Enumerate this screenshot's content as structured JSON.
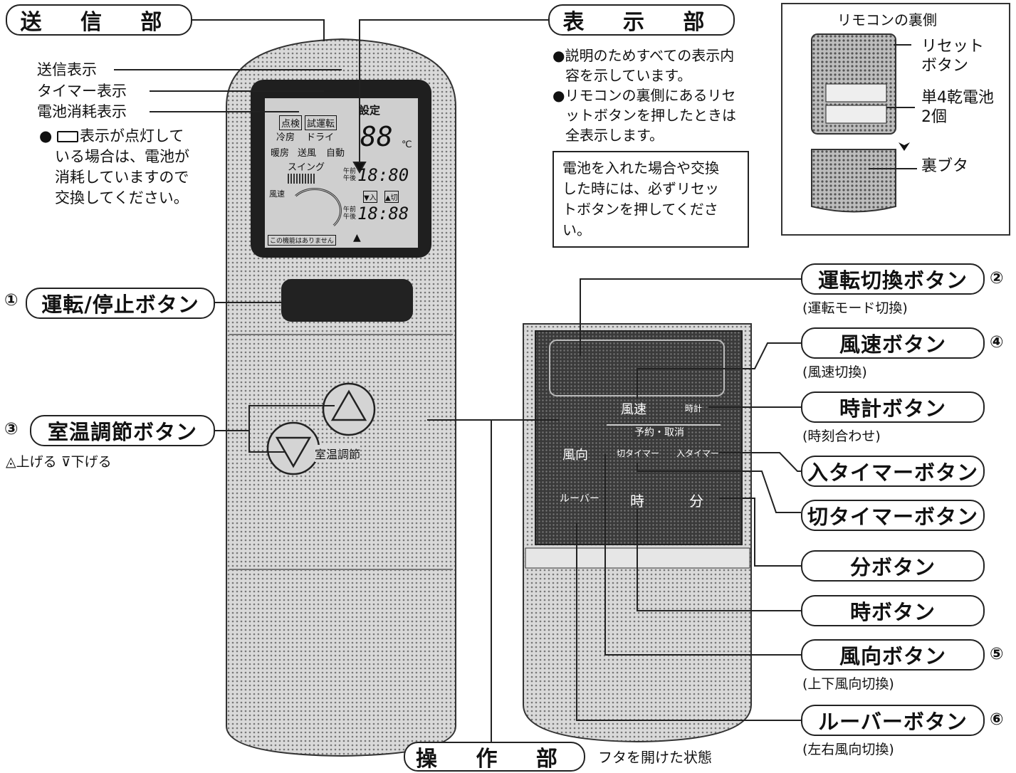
{
  "sections": {
    "transmit": "送 信 部",
    "display": "表 示 部",
    "operation": "操 作 部",
    "operation_note": "フタを開けた状態"
  },
  "left_labels": {
    "transmit_indicator": "送信表示",
    "timer_indicator": "タイマー表示",
    "battery_indicator": "電池消耗表示",
    "battery_note": [
      "表示が点灯して",
      "いる場合は、電池が",
      "消耗していますので",
      "交換してください。"
    ]
  },
  "display_notes": {
    "note1": [
      "説明のためすべての表示内",
      "容を示しています。"
    ],
    "note2": [
      "リモコンの裏側にあるリセ",
      "ットボタンを押したときは",
      "全表示します。"
    ],
    "boxed": [
      "電池を入れた場合や交換",
      "した時には、必ずリセッ",
      "トボタンを押してくださ",
      "い。"
    ]
  },
  "back_side": {
    "title": "リモコンの裏側",
    "reset": [
      "リセット",
      "ボタン"
    ],
    "battery": [
      "単4乾電池",
      "2個"
    ],
    "cover": "裏ブタ"
  },
  "buttons": {
    "run_stop": {
      "num": "①",
      "label": "運転/停止ボタン"
    },
    "temp": {
      "num": "③",
      "label": "室温調節ボタン",
      "sub": "上げる",
      "sub2": "下げる"
    },
    "mode": {
      "num": "②",
      "label": "運転切換ボタン",
      "sub": "(運転モード切換)"
    },
    "fan": {
      "num": "④",
      "label": "風速ボタン",
      "sub": "(風速切換)"
    },
    "clock": {
      "label": "時計ボタン",
      "sub": "(時刻合わせ)"
    },
    "on_timer": {
      "label": "入タイマーボタン"
    },
    "off_timer": {
      "label": "切タイマーボタン"
    },
    "minute": {
      "label": "分ボタン"
    },
    "hour": {
      "label": "時ボタン"
    },
    "direction": {
      "num": "⑤",
      "label": "風向ボタン",
      "sub": "(上下風向切換)"
    },
    "louver": {
      "num": "⑥",
      "label": "ルーバーボタン",
      "sub": "(左右風向切換)"
    }
  },
  "lcd": {
    "setting": "設定",
    "check": "点検",
    "trial": "試運転",
    "cool": "冷房",
    "dry": "ドライ",
    "heat": "暖房",
    "fanmode": "送風",
    "auto": "自動",
    "swing": "スイング",
    "speed": "風速",
    "temp": "88",
    "unit": "℃",
    "time1": "18:80",
    "time2": "18:88",
    "ampm": "午前 午後",
    "bottom": "この機能はありません",
    "on": "▼入",
    "off": "▲切"
  },
  "panel": {
    "fan": "風速",
    "clock": "時計",
    "reserve": "予約・取消",
    "off_timer": "切タイマー",
    "on_timer": "入タイマー",
    "direction": "風向",
    "louver": "ルーバー",
    "hour": "時",
    "minute": "分",
    "temp_adjust": "室温調節"
  }
}
